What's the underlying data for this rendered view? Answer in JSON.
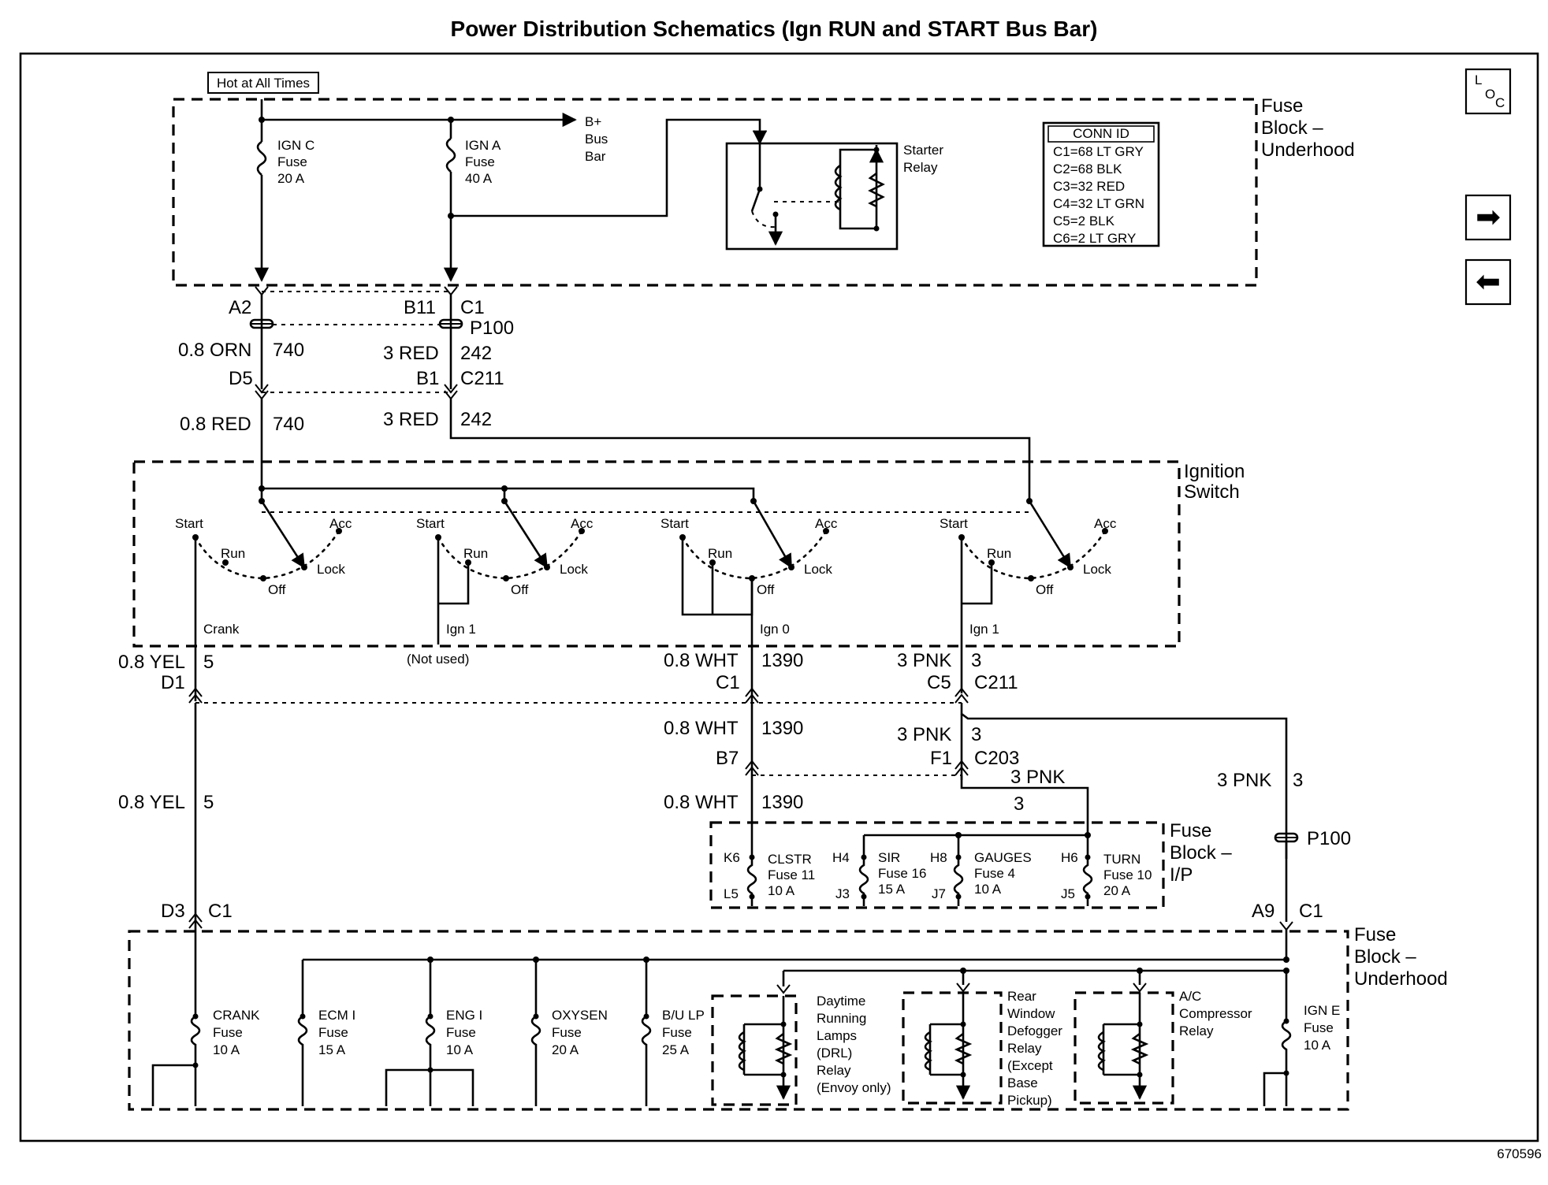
{
  "title": "Power Distribution Schematics (Ign RUN and START Bus Bar)",
  "hot_label": "Hot at All Times",
  "page_id": "670596",
  "nav": {
    "loc_L": "L",
    "loc_O": "O",
    "loc_C": "C",
    "next": "➡",
    "prev": "⬅"
  },
  "conn_id": {
    "header": "CONN ID",
    "rows": [
      "C1=68 LT GRY",
      "C2=68 BLK",
      "C3=32 RED",
      "C4=32 LT GRN",
      "C5=2 BLK",
      "C6=2 LT GRY"
    ]
  },
  "blocks": {
    "underhood_top": [
      "Fuse",
      "Block –",
      "Underhood"
    ],
    "ignition": [
      "Ignition",
      "Switch"
    ],
    "ip": [
      "Fuse",
      "Block –",
      "I/P"
    ],
    "underhood_bottom": [
      "Fuse",
      "Block –",
      "Underhood"
    ]
  },
  "top_fuses": {
    "ign_c": [
      "IGN C",
      "Fuse",
      "20 A"
    ],
    "ign_a": [
      "IGN A",
      "Fuse",
      "40 A"
    ],
    "bplus": [
      "B+",
      "Bus",
      "Bar"
    ],
    "starter": [
      "Starter",
      "Relay"
    ]
  },
  "connectors": {
    "a2": "A2",
    "b11": "B11",
    "c1_top": "C1",
    "p100_top": "P100",
    "d5": "D5",
    "b1": "B1",
    "c211_top": "C211",
    "d1": "D1",
    "c1_mid": "C1",
    "c5": "C5",
    "c211_mid": "C211",
    "b7": "B7",
    "f1": "F1",
    "c203": "C203",
    "p100_bottom": "P100",
    "d3": "D3",
    "c1_d3": "C1",
    "a9": "A9",
    "c1_a9": "C1"
  },
  "wires": {
    "w_orn_740": [
      "0.8 ORN",
      "740"
    ],
    "w_red_242_a": [
      "3 RED",
      "242"
    ],
    "w_red_740": [
      "0.8 RED",
      "740"
    ],
    "w_red_242_b": [
      "3 RED",
      "242"
    ],
    "w_yel_5_a": [
      "0.8 YEL",
      "5"
    ],
    "w_wht_1390_a": [
      "0.8 WHT",
      "1390"
    ],
    "w_pnk_3_a": [
      "3 PNK",
      "3"
    ],
    "w_wht_1390_b": [
      "0.8 WHT",
      "1390"
    ],
    "w_pnk_3_b": [
      "3 PNK",
      "3"
    ],
    "w_pnk_3_c": [
      "3 PNK",
      "3"
    ],
    "w_pnk_3_d": [
      "3 PNK",
      "3"
    ],
    "w_yel_5_b": [
      "0.8 YEL",
      "5"
    ],
    "w_wht_1390_c": [
      "0.8 WHT",
      "1390"
    ]
  },
  "switch": {
    "start": "Start",
    "run": "Run",
    "acc": "Acc",
    "lock": "Lock",
    "off": "Off",
    "crank": "Crank",
    "ign1": "Ign 1",
    "ign0": "Ign 0",
    "not_used": "(Not used)"
  },
  "ip_fuses": [
    {
      "pin_in": "K6",
      "pin_out": "L5",
      "lines": [
        "CLSTR",
        "Fuse 11",
        "10 A"
      ]
    },
    {
      "pin_in": "H4",
      "pin_out": "J3",
      "lines": [
        "SIR",
        "Fuse 16",
        "15 A"
      ]
    },
    {
      "pin_in": "H8",
      "pin_out": "J7",
      "lines": [
        "GAUGES",
        "Fuse 4",
        "10 A"
      ]
    },
    {
      "pin_in": "H6",
      "pin_out": "J5",
      "lines": [
        "TURN",
        "Fuse 10",
        "20 A"
      ]
    }
  ],
  "bottom_fuses": [
    {
      "lines": [
        "CRANK",
        "Fuse",
        "10 A"
      ]
    },
    {
      "lines": [
        "ECM I",
        "Fuse",
        "15 A"
      ]
    },
    {
      "lines": [
        "ENG I",
        "Fuse",
        "10 A"
      ]
    },
    {
      "lines": [
        "OXYSEN",
        "Fuse",
        "20 A"
      ]
    },
    {
      "lines": [
        "B/U LP",
        "Fuse",
        "25 A"
      ]
    },
    {
      "lines": [
        "IGN E",
        "Fuse",
        "10 A"
      ]
    }
  ],
  "relays": [
    {
      "lines": [
        "Daytime",
        "Running",
        "Lamps",
        "(DRL)",
        "Relay",
        "(Envoy only)"
      ]
    },
    {
      "lines": [
        "Rear",
        "Window",
        "Defogger",
        "Relay",
        "(Except",
        "Base",
        "Pickup)"
      ]
    },
    {
      "lines": [
        "A/C",
        "Compressor",
        "Relay"
      ]
    }
  ]
}
